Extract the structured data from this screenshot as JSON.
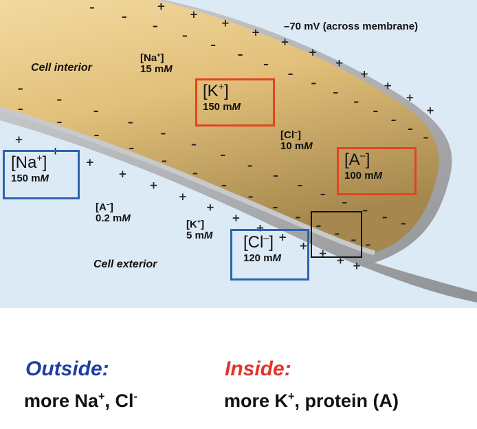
{
  "diagram": {
    "voltage_label": "–70 mV (across membrane)",
    "region_interior": "Cell interior",
    "region_exterior": "Cell exterior",
    "inside_ions": {
      "na": {
        "ion": "Na",
        "charge": "+",
        "conc": "15",
        "unit": "mM"
      },
      "k": {
        "ion": "K",
        "charge": "+",
        "conc": "150",
        "unit": "mM"
      },
      "cl": {
        "ion": "Cl",
        "charge": "–",
        "conc": "10",
        "unit": "mM"
      },
      "a": {
        "ion": "A",
        "charge": "–",
        "conc": "100",
        "unit": "mM"
      }
    },
    "outside_ions": {
      "na": {
        "ion": "Na",
        "charge": "+",
        "conc": "150",
        "unit": "mM"
      },
      "a": {
        "ion": "A",
        "charge": "–",
        "conc": "0.2",
        "unit": "mM"
      },
      "k": {
        "ion": "K",
        "charge": "+",
        "conc": "5",
        "unit": "mM"
      },
      "cl": {
        "ion": "Cl",
        "charge": "–",
        "conc": "120",
        "unit": "mM"
      }
    },
    "colors": {
      "highlight_inside": "#e0451f",
      "highlight_outside": "#2d63ae",
      "background": "#dceaf6",
      "cytoplasm": "#e2c07a",
      "membrane": "#b7b9bc"
    }
  },
  "caption": {
    "outside_title": "Outside:",
    "outside_text_1": "more Na",
    "outside_sup_1": "+",
    "outside_text_2": ", Cl",
    "outside_sup_2": "-",
    "inside_title": "Inside:",
    "inside_text_1": "more K",
    "inside_sup_1": "+",
    "inside_text_2": ", protein (A)",
    "outside_color": "#1f3fa0",
    "inside_color": "#e3332a"
  }
}
